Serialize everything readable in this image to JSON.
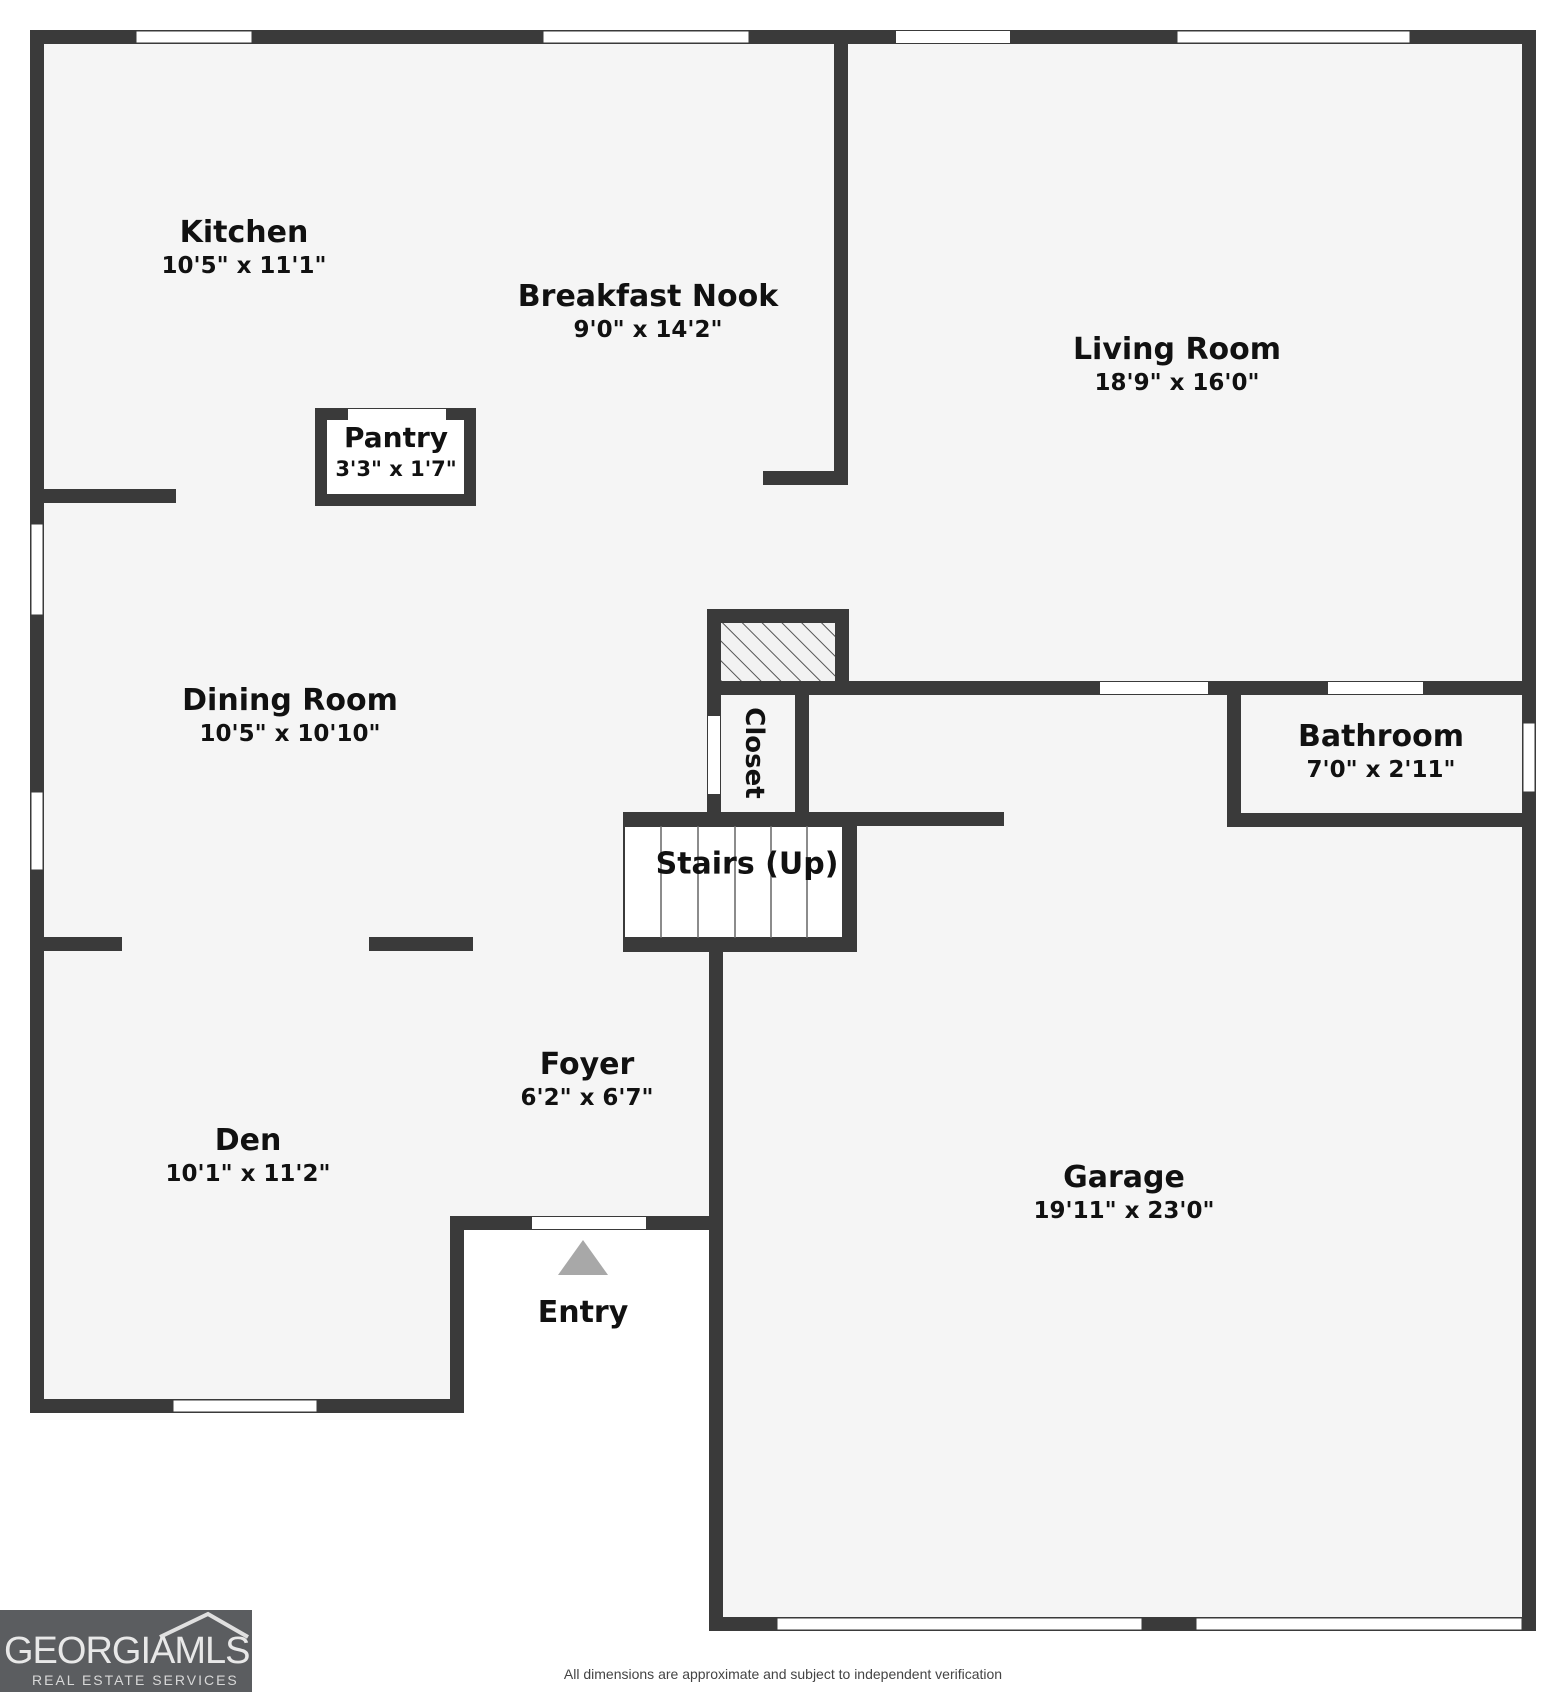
{
  "rooms": {
    "kitchen": {
      "name": "Kitchen",
      "dims": "10'5\" x 11'1\""
    },
    "breakfast_nook": {
      "name": "Breakfast Nook",
      "dims": "9'0\" x 14'2\""
    },
    "living_room": {
      "name": "Living Room",
      "dims": "18'9\" x 16'0\""
    },
    "pantry": {
      "name": "Pantry",
      "dims": "3'3\" x 1'7\""
    },
    "dining_room": {
      "name": "Dining Room",
      "dims": "10'5\" x 10'10\""
    },
    "bathroom": {
      "name": "Bathroom",
      "dims": "7'0\" x 2'11\""
    },
    "closet": {
      "name": "Closet"
    },
    "stairs": {
      "name": "Stairs (Up)"
    },
    "foyer": {
      "name": "Foyer",
      "dims": "6'2\" x 6'7\""
    },
    "den": {
      "name": "Den",
      "dims": "10'1\" x 11'2\""
    },
    "garage": {
      "name": "Garage",
      "dims": "19'11\" x 23'0\""
    },
    "entry": {
      "name": "Entry"
    }
  },
  "footer": {
    "disclaimer": "All dimensions are approximate and subject to independent verification"
  },
  "logo": {
    "main": "GEORGIAMLS",
    "sub": "REAL ESTATE SERVICES"
  },
  "colors": {
    "wall": "#3a3a3a",
    "floor": "#f5f5f5",
    "entry_arrow": "#a8a8a8"
  }
}
